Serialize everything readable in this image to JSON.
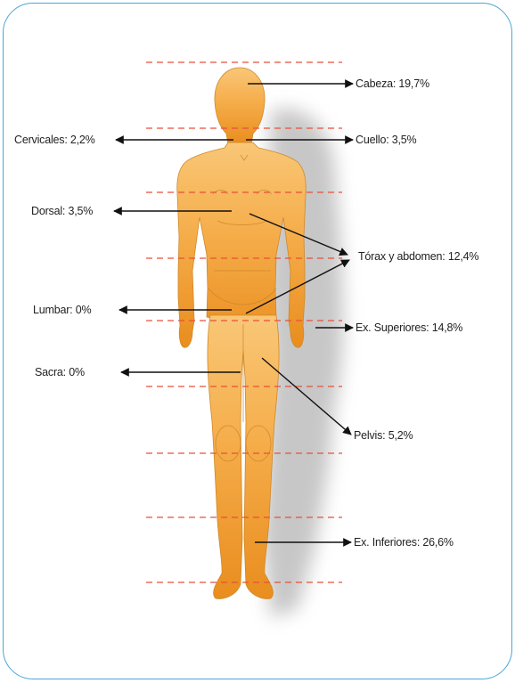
{
  "figure": {
    "regions": [
      {
        "key": "cabeza",
        "text": "Cabeza: 19,7%",
        "value": 19.7
      },
      {
        "key": "cervicales",
        "text": "Cervicales: 2,2%",
        "value": 2.2
      },
      {
        "key": "cuello",
        "text": "Cuello: 3,5%",
        "value": 3.5
      },
      {
        "key": "dorsal",
        "text": "Dorsal: 3,5%",
        "value": 3.5
      },
      {
        "key": "torax",
        "text": "Tórax y abdomen: 12,4%",
        "value": 12.4
      },
      {
        "key": "lumbar",
        "text": "Lumbar: 0%",
        "value": 0
      },
      {
        "key": "sacra",
        "text": "Sacra: 0%",
        "value": 0
      },
      {
        "key": "superiores",
        "text": "Ex. Superiores: 14,8%",
        "value": 14.8
      },
      {
        "key": "pelvis",
        "text": "Pelvis: 5,2%",
        "value": 5.2
      },
      {
        "key": "inferiores",
        "text": "Ex. Inferiores: 26,6%",
        "value": 26.6
      }
    ],
    "colors": {
      "border": "#4aa5d6",
      "dash_lines": "#e8503a",
      "body_light": "#f9c777",
      "body_dark": "#e98d1e",
      "shadow": "#9a9a9a",
      "arrow": "#111111"
    }
  }
}
